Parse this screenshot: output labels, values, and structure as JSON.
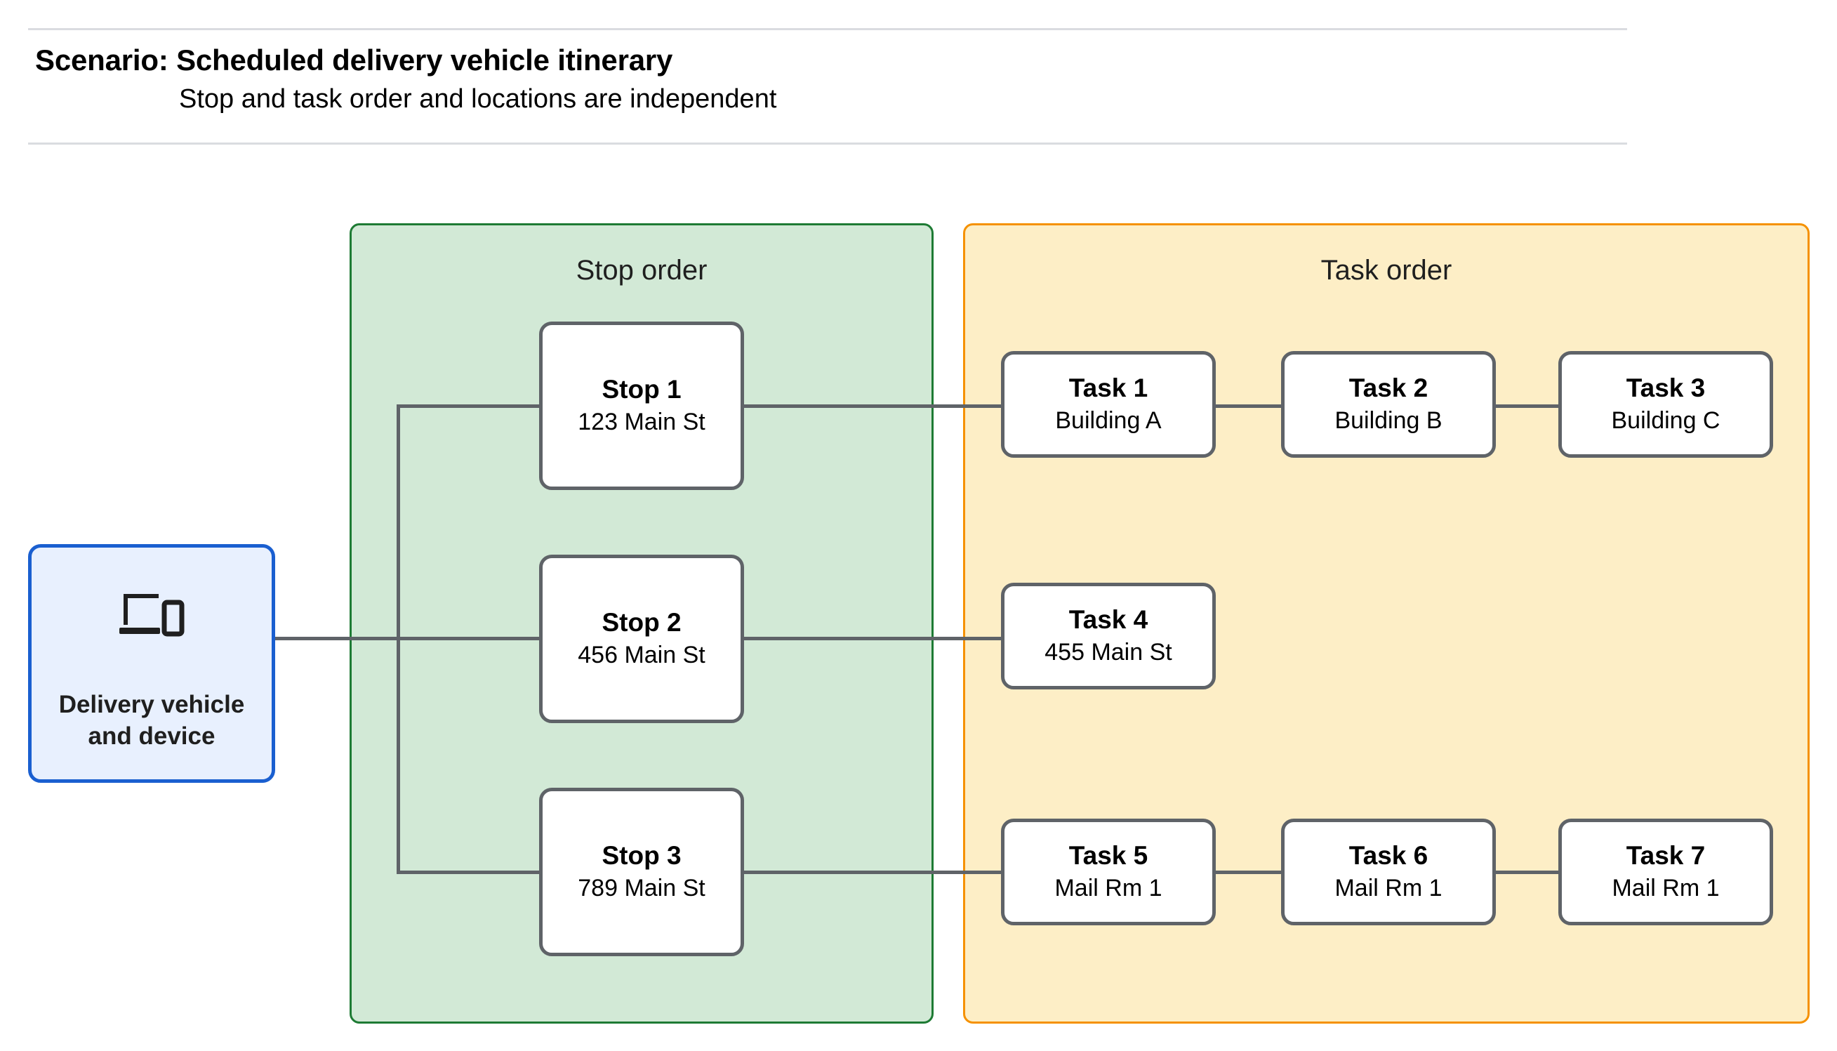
{
  "header": {
    "title": "Scenario: Scheduled delivery vehicle itinerary",
    "subtitle": "Stop and task order and locations are independent"
  },
  "vehicle": {
    "label": "Delivery vehicle\nand device",
    "icon": "laptop-and-phone-icon",
    "border_color": "#1a5fd0",
    "fill_color": "#e8f0fe"
  },
  "stop_panel": {
    "title": "Stop order",
    "border_color": "#1e7b34",
    "fill_color": "#d2e9d6",
    "stops": [
      {
        "title": "Stop 1",
        "address": "123 Main St"
      },
      {
        "title": "Stop 2",
        "address": "456 Main St"
      },
      {
        "title": "Stop 3",
        "address": "789 Main St"
      }
    ]
  },
  "task_panel": {
    "title": "Task order",
    "border_color": "#f59100",
    "fill_color": "#fdeec6",
    "rows": [
      {
        "tasks": [
          {
            "title": "Task 1",
            "location": "Building A"
          },
          {
            "title": "Task 2",
            "location": "Building B"
          },
          {
            "title": "Task 3",
            "location": "Building C"
          }
        ]
      },
      {
        "tasks": [
          {
            "title": "Task 4",
            "location": "455 Main St"
          }
        ]
      },
      {
        "tasks": [
          {
            "title": "Task 5",
            "location": "Mail Rm 1"
          },
          {
            "title": "Task 6",
            "location": "Mail Rm 1"
          },
          {
            "title": "Task 7",
            "location": "Mail Rm 1"
          }
        ]
      }
    ]
  },
  "connector_color": "#5f6368",
  "rule_color": "#dadce0"
}
